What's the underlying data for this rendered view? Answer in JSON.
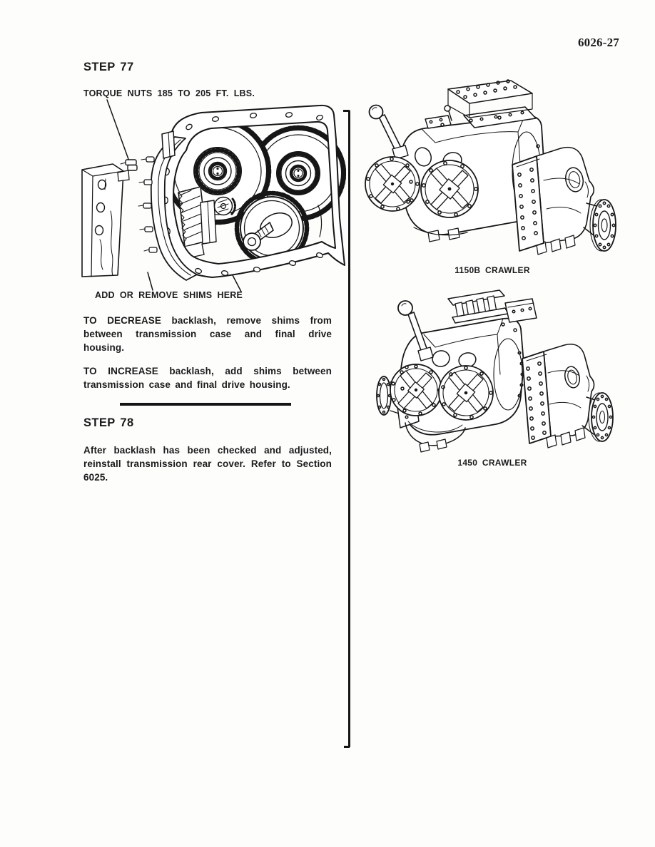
{
  "page_number": "6026-27",
  "colors": {
    "ink": "#1b1b1b",
    "paper": "#fdfdfc"
  },
  "step77": {
    "heading": "STEP 77",
    "figure_labels": {
      "torque": "TORQUE NUTS 185 TO 205 FT. LBS.",
      "shims": "ADD OR REMOVE SHIMS HERE"
    },
    "paragraphs": [
      "TO DECREASE backlash, remove shims from between transmission case and final drive housing.",
      "TO INCREASE backlash, add shims between transmission case and final drive housing."
    ]
  },
  "step78": {
    "heading": "STEP 78",
    "paragraph": "After backlash has been checked and adjusted, reinstall transmission rear cover. Refer to Section 6025."
  },
  "right_figures": [
    {
      "caption": "1150B CRAWLER"
    },
    {
      "caption": "1450 CRAWLER"
    }
  ]
}
